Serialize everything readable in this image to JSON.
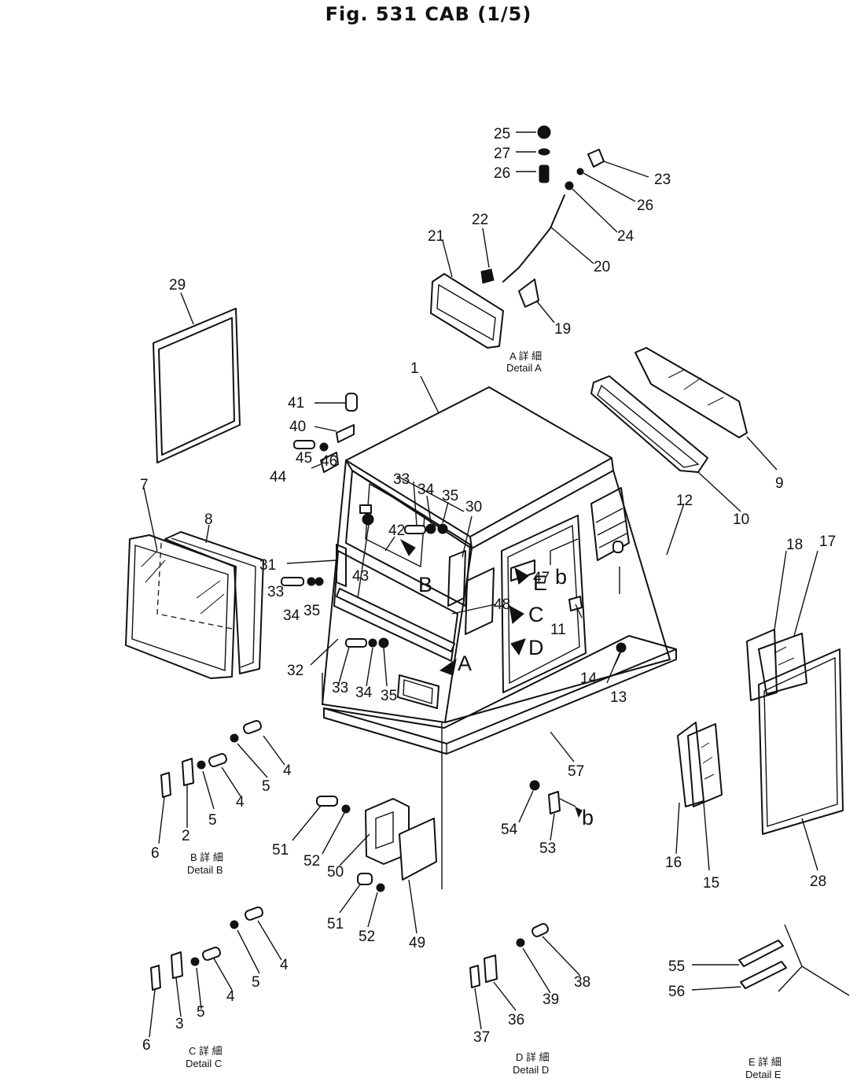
{
  "title": "Fig. 531  CAB (1/5)",
  "callouts": [
    "1",
    "2",
    "3",
    "4",
    "5",
    "6",
    "7",
    "8",
    "9",
    "10",
    "11",
    "12",
    "13",
    "14",
    "15",
    "16",
    "17",
    "18",
    "19",
    "20",
    "21",
    "22",
    "23",
    "24",
    "25",
    "26",
    "27",
    "28",
    "29",
    "30",
    "31",
    "32",
    "33",
    "34",
    "35",
    "36",
    "37",
    "38",
    "39",
    "40",
    "41",
    "42",
    "43",
    "44",
    "45",
    "46",
    "47",
    "48",
    "49",
    "50",
    "51",
    "52",
    "53",
    "54",
    "55",
    "56",
    "57"
  ],
  "view_markers": {
    "a": "A",
    "b": "B",
    "c": "C",
    "d": "D",
    "e": "E",
    "small_b": "b"
  },
  "details": {
    "a": {
      "kanji": "A 詳 細",
      "label": "Detail A"
    },
    "b": {
      "kanji": "B 詳 細",
      "label": "Detail B"
    },
    "c": {
      "kanji": "C 詳 細",
      "label": "Detail C"
    },
    "d": {
      "kanji": "D 詳 細",
      "label": "Detail D"
    },
    "e": {
      "kanji": "E 詳 細",
      "label": "Detail E"
    }
  }
}
